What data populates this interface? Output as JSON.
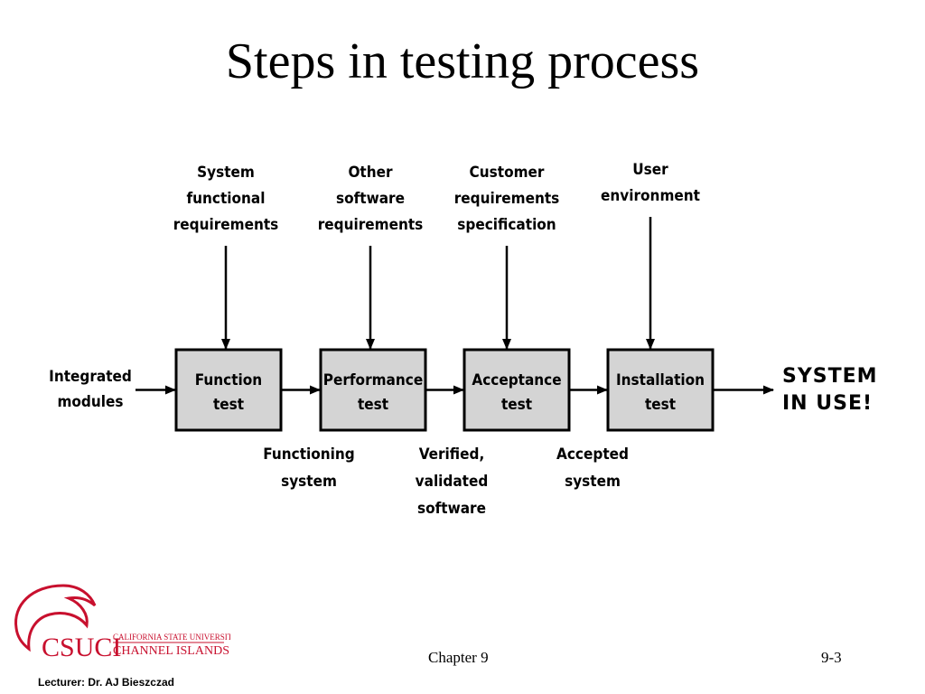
{
  "title": "Steps in testing process",
  "inputs": [
    [
      "System",
      "functional",
      "requirements"
    ],
    [
      "Other",
      "software",
      "requirements"
    ],
    [
      "Customer",
      "requirements",
      "specification"
    ],
    [
      "User",
      "environment"
    ]
  ],
  "start_label": [
    "Integrated",
    "modules"
  ],
  "boxes": [
    [
      "Function",
      "test"
    ],
    [
      "Performance",
      "test"
    ],
    [
      "Acceptance",
      "test"
    ],
    [
      "Installation",
      "test"
    ]
  ],
  "between_labels": [
    [
      "Functioning",
      "system"
    ],
    [
      "Verified,",
      "validated",
      "software"
    ],
    [
      "Accepted",
      "system"
    ]
  ],
  "end_label": [
    "SYSTEM",
    "IN USE!"
  ],
  "footer": {
    "chapter": "Chapter 9",
    "page": "9-3",
    "lecturer": "Lecturer: Dr. AJ Bieszczad"
  },
  "logo": {
    "line1": "CALIFORNIA STATE UNIVERSITY",
    "line2": "CHANNEL ISLANDS",
    "monogram": "CSUCI",
    "color": "#c8102e"
  },
  "colors": {
    "box_fill": "#d4d4d4",
    "ink": "#000000"
  }
}
